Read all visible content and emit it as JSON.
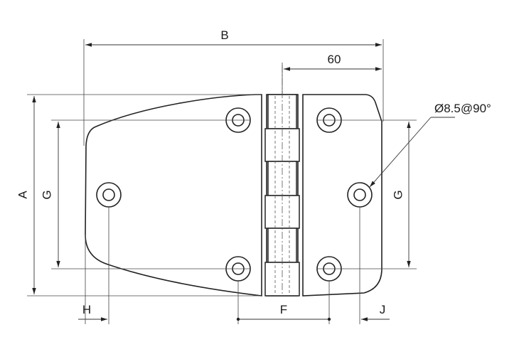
{
  "labels": {
    "B": "B",
    "dim60": "60",
    "hole_callout": "Ø8.5@90°",
    "A": "A",
    "G_left": "G",
    "G_right": "G",
    "H": "H",
    "F": "F",
    "J": "J"
  },
  "colors": {
    "line": "#222222",
    "background": "#ffffff"
  }
}
